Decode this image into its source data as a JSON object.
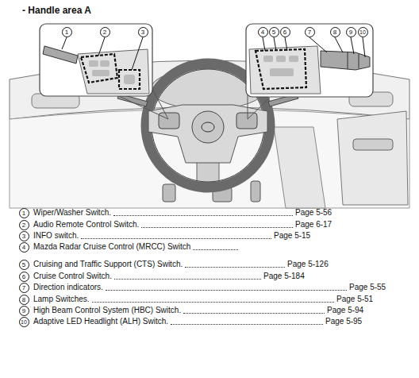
{
  "diagram": {
    "title": "- Handle area A",
    "labels": [
      "1",
      "2",
      "3",
      "4",
      "5",
      "6",
      "7",
      "8",
      "9",
      "10",
      "1",
      "Wiper/Washer Switch.",
      "Page 5-56",
      "2",
      "Audio Remote Control Switch.",
      "Page 6-17",
      "3",
      "INFO switch.",
      "Page 5-15",
      "4",
      "Mazda Radar Cruise Control (MRCC) Switch",
      "5",
      "Cruising and Traffic Support (CTS) Switch.",
      "Page 5-126",
      "6",
      "Cruise Control Switch.",
      "Page 5-184",
      "7",
      "Direction indicators.",
      "Page 5-55",
      "8",
      "Lamp Switches.",
      "Page 5-51",
      "9",
      "High Beam Control System (HBC) Switch.",
      "Page 5-94",
      "10",
      "Adaptive LED Headlight (ALH) Switch.",
      "Page 5-95"
    ]
  }
}
